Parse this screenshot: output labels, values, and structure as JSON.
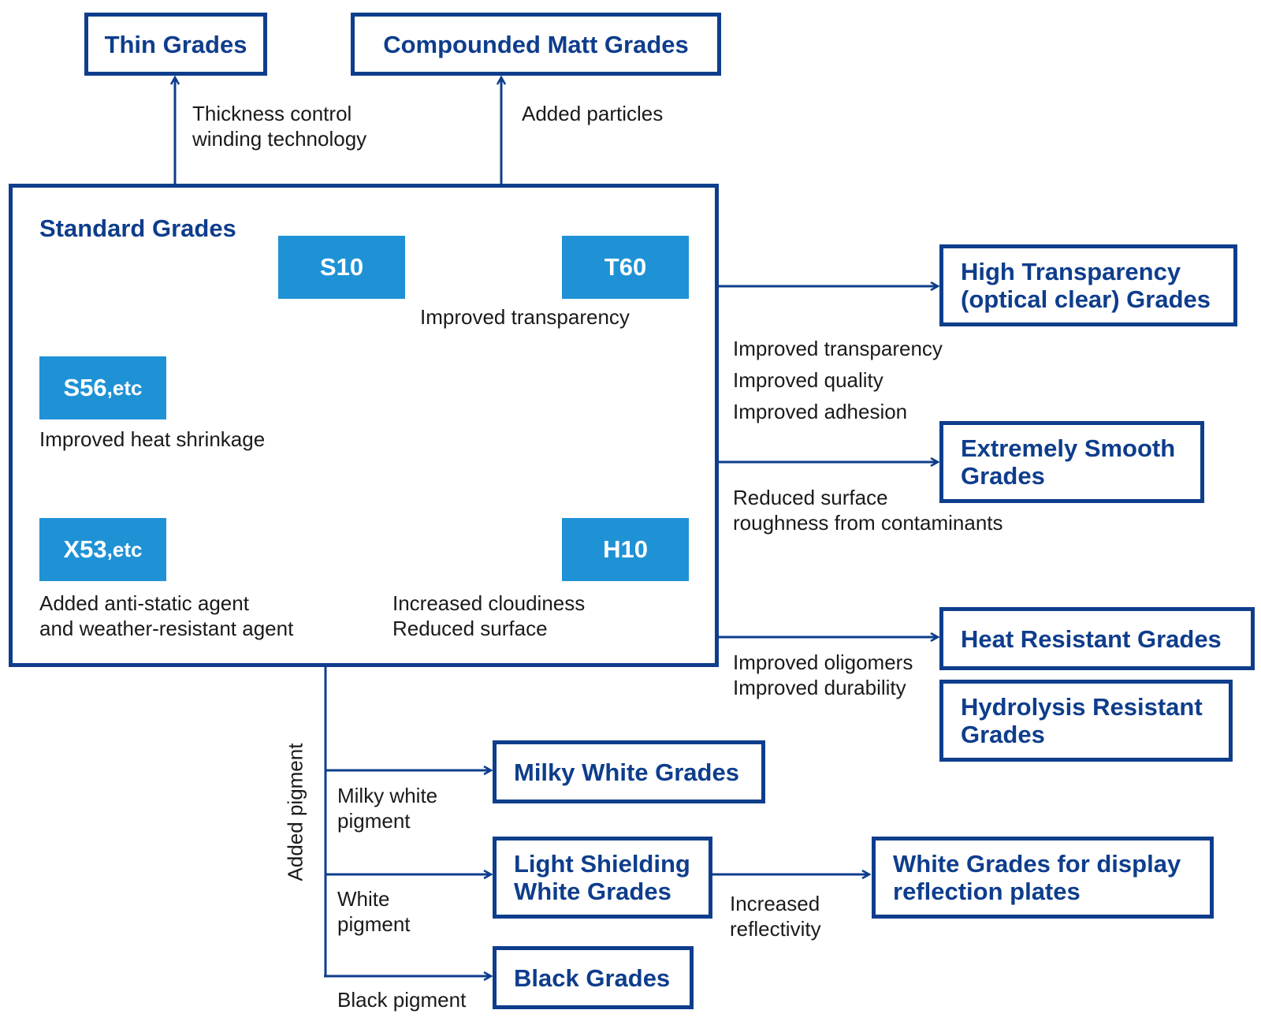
{
  "standard_grades": {
    "title": "Standard Grades",
    "s10": "S10",
    "t60": "T60",
    "h10": "H10",
    "s56": {
      "main": "S56",
      "suffix": ",etc"
    },
    "x53": {
      "main": "X53",
      "suffix": ",etc"
    },
    "labels": {
      "improved_transparency": "Improved transparency",
      "improved_heat_shrinkage": "Improved heat shrinkage",
      "anti_static": "Added anti-static agent\nand weather-resistant agent",
      "cloudiness": "Increased cloudiness\nReduced surface"
    }
  },
  "top": {
    "thin_grades": "Thin Grades",
    "thin_label": "Thickness control\nwinding technology",
    "matt_grades": "Compounded Matt Grades",
    "matt_label": "Added particles"
  },
  "right": {
    "high_transparency": "High Transparency\n(optical clear) Grades",
    "transparency_labels": "Improved transparency\nImproved quality\nImproved adhesion",
    "extremely_smooth": "Extremely Smooth\nGrades",
    "smooth_label": "Reduced surface\nroughness from contaminants",
    "heat_resistant": "Heat Resistant Grades",
    "heat_label": "Improved oligomers\nImproved durability",
    "hydrolysis": "Hydrolysis Resistant\nGrades"
  },
  "bottom": {
    "added_pigment": "Added pigment",
    "milky_white": "Milky White Grades",
    "milky_label": "Milky white\npigment",
    "light_shielding": "Light Shielding\nWhite Grades",
    "white_label": "White\npigment",
    "white_display": "White Grades for display\nreflection plates",
    "reflectivity_label": "Increased\nreflectivity",
    "black": "Black Grades",
    "black_label": "Black pigment"
  }
}
